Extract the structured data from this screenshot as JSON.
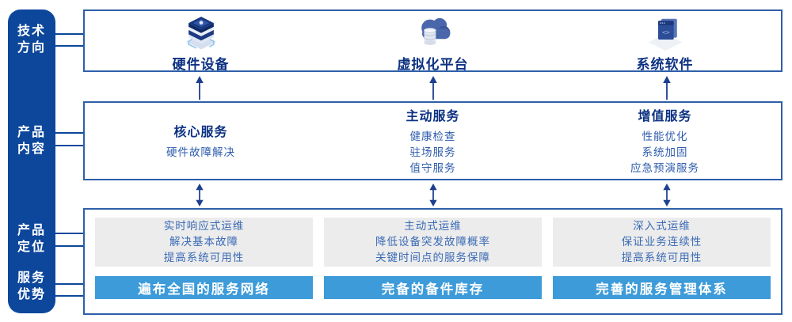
{
  "colors": {
    "sidebar_blue": "#0d479b",
    "box_border_blue": "#2e5fa9",
    "heading_navy": "#0d3282",
    "body_blue": "#2e5cad",
    "panel_gray": "#ececec",
    "panel_text_blue": "#3a6ab5",
    "bar_sky_blue": "#3d9bd9",
    "arrow_navy": "#1c3f8f"
  },
  "sidebar": {
    "items": [
      {
        "line1": "技术",
        "line2": "方向"
      },
      {
        "line1": "产品",
        "line2": "内容"
      },
      {
        "line1": "产品",
        "line2": "定位"
      },
      {
        "line1": "服务",
        "line2": "优势"
      }
    ]
  },
  "tech_row": {
    "items": [
      {
        "icon": "server-stack-icon",
        "label": "硬件设备"
      },
      {
        "icon": "cloud-database-icon",
        "label": "虚拟化平台"
      },
      {
        "icon": "software-window-icon",
        "label": "系统软件"
      }
    ]
  },
  "content_row": {
    "columns": [
      {
        "heading": "核心服务",
        "items": [
          "硬件故障解决"
        ]
      },
      {
        "heading": "主动服务",
        "items": [
          "健康检查",
          "驻场服务",
          "值守服务"
        ]
      },
      {
        "heading": "增值服务",
        "items": [
          "性能优化",
          "系统加固",
          "应急预演服务"
        ]
      }
    ]
  },
  "position_row": {
    "columns": [
      {
        "lines": [
          "实时响应式运维",
          "解决基本故障",
          "提高系统可用性"
        ],
        "bar": "遍布全国的服务网络"
      },
      {
        "lines": [
          "主动式运维",
          "降低设备突发故障概率",
          "关键时间点的服务保障"
        ],
        "bar": "完备的备件库存"
      },
      {
        "lines": [
          "深入式运维",
          "保证业务连续性",
          "提高系统可用性"
        ],
        "bar": "完善的服务管理体系"
      }
    ]
  }
}
